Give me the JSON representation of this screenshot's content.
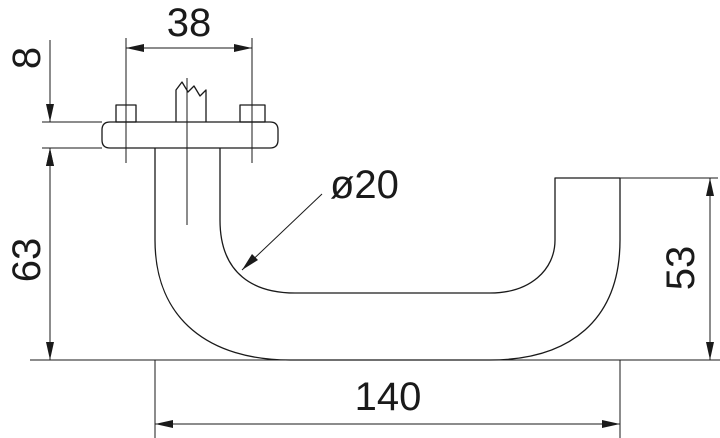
{
  "dimensions": {
    "spindle_spacing": "38",
    "rose_thickness": "8",
    "height_to_rose": "63",
    "grip_height": "53",
    "overall_length": "140",
    "tube_diameter": "ø20"
  }
}
